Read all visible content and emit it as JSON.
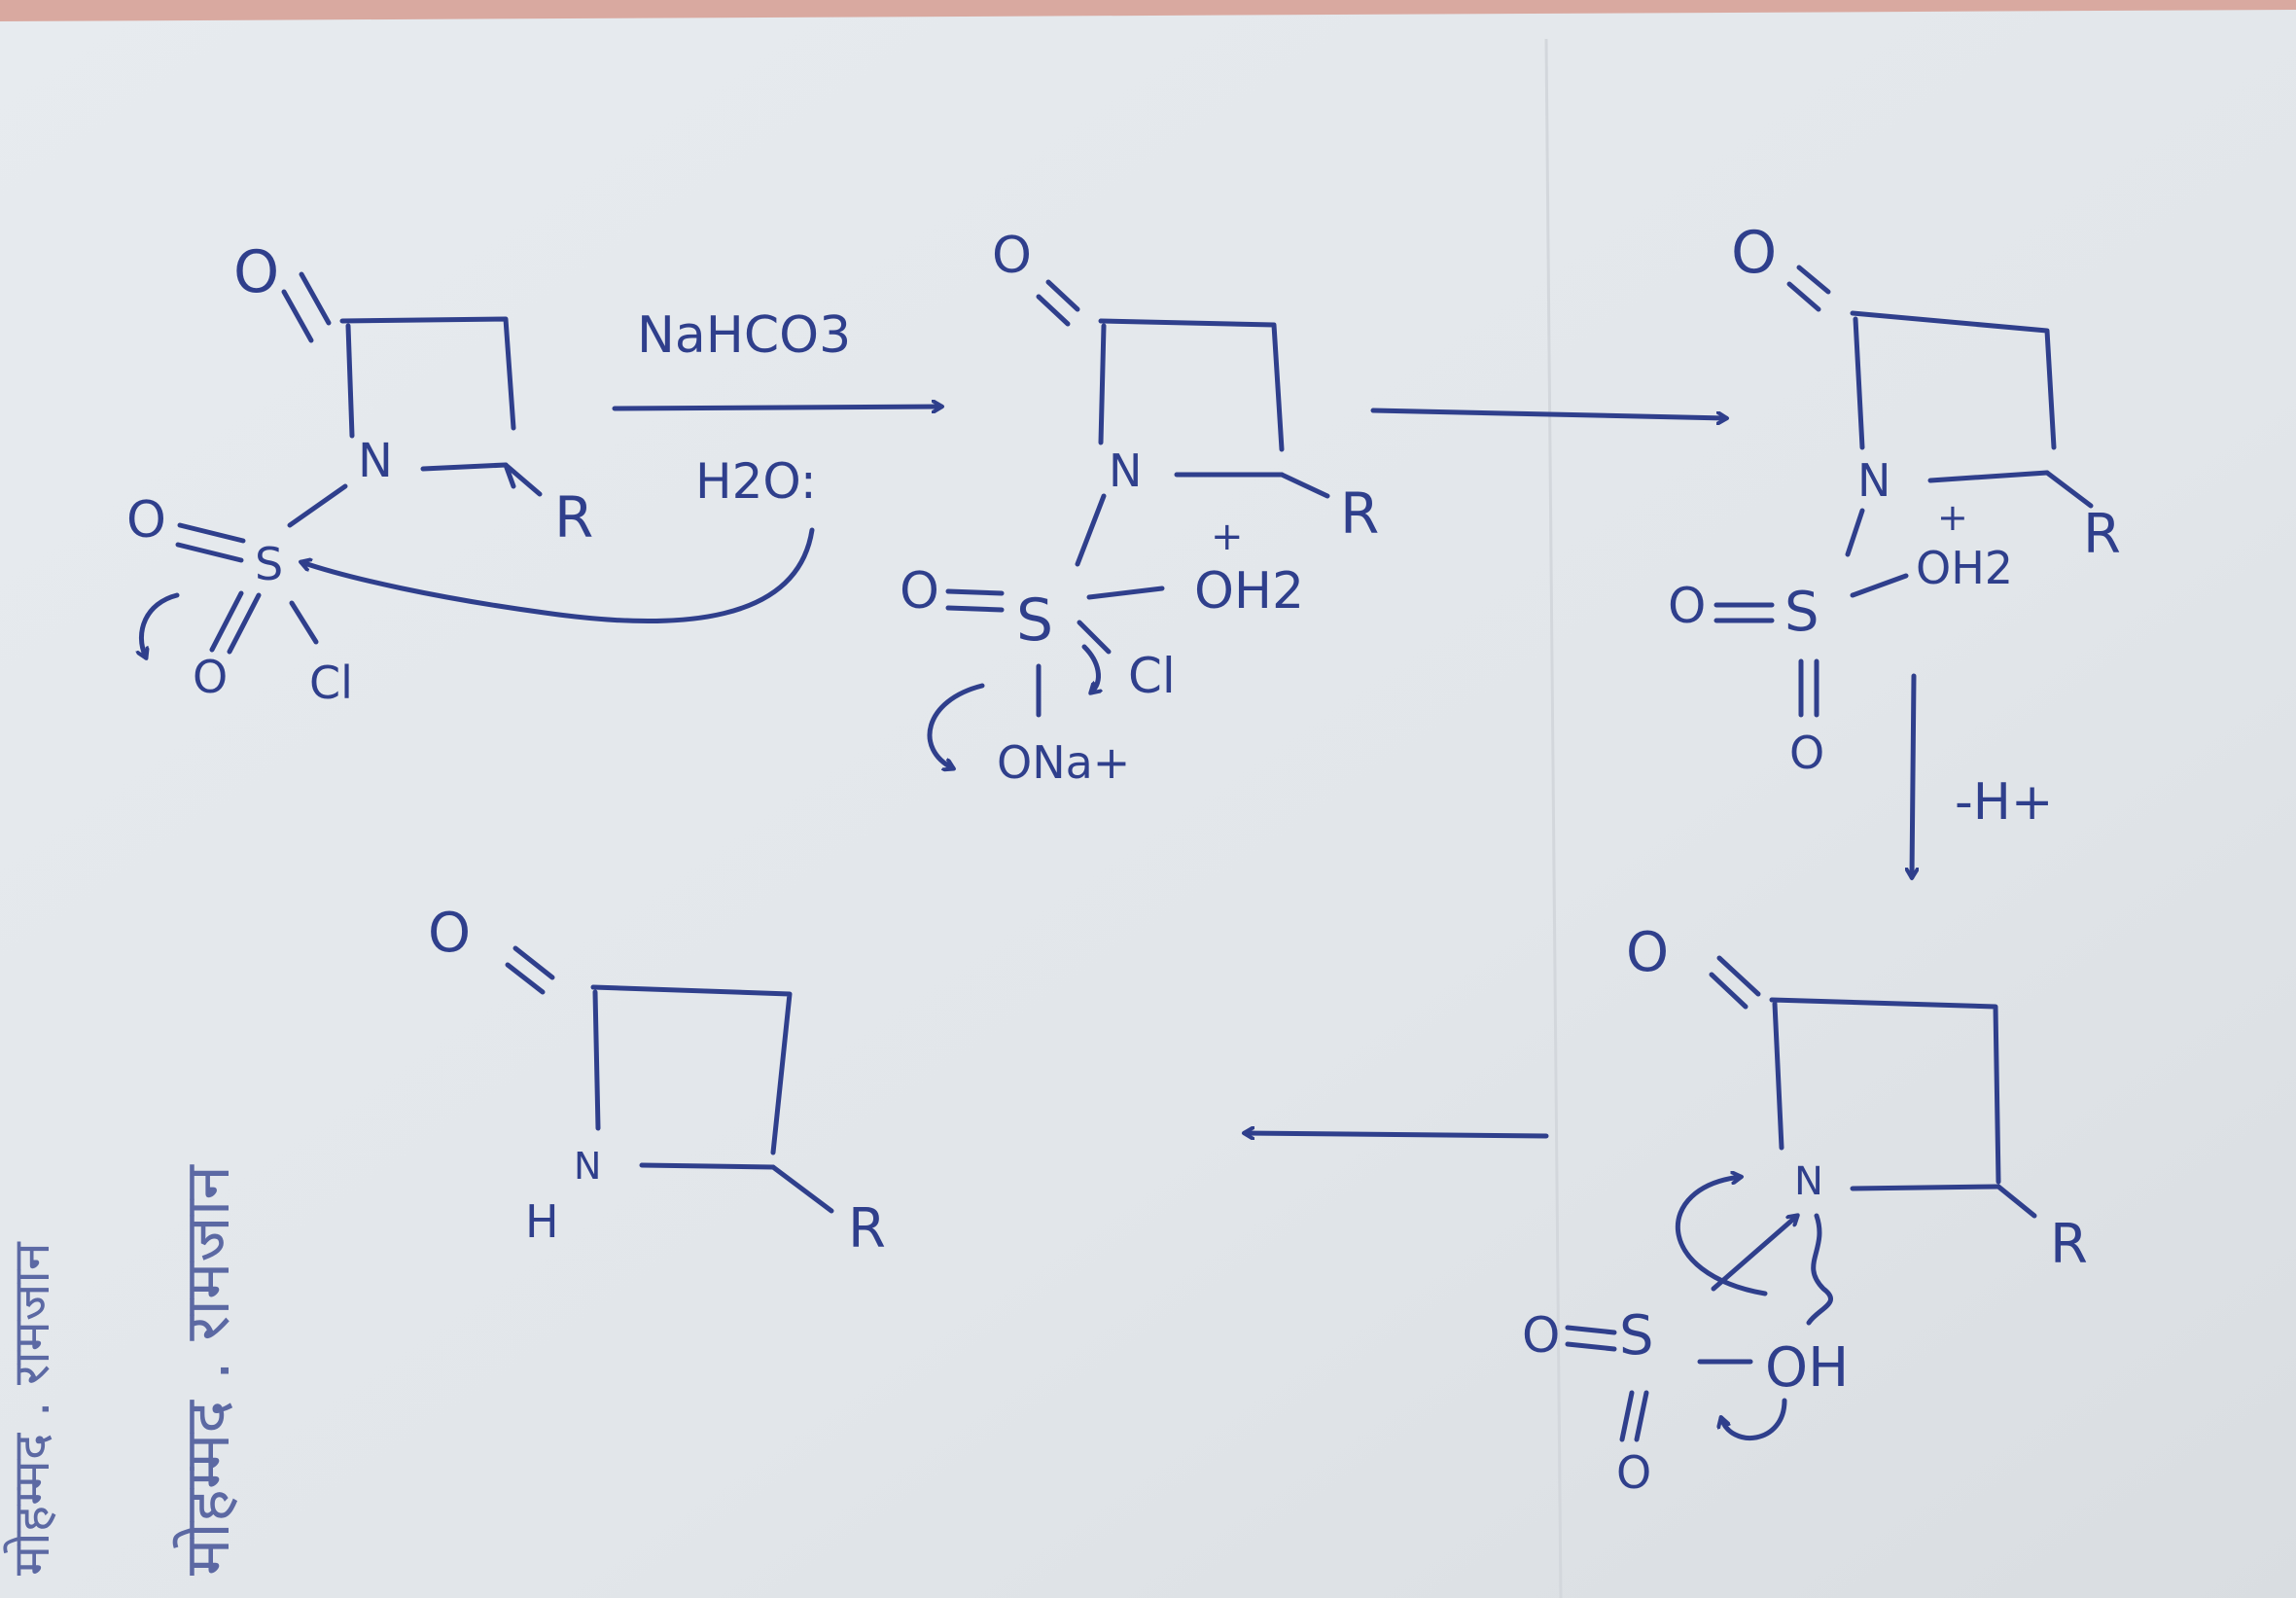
{
  "colors": {
    "ink": "#2f3f8c",
    "paper": "#e4e8ec",
    "background": "#d9a9a0"
  },
  "reagent_top": "NaHCO3",
  "reagent_bottom": "H2O:",
  "proton_loss": "-H+",
  "atoms": {
    "O": "O",
    "N": "N",
    "R": "R",
    "S": "S",
    "Cl": "Cl",
    "OH2": "OH2",
    "ONa": "ONa+",
    "OH": "OH",
    "H": "H",
    "plus": "+"
  },
  "margin_text": "मोहम्मद . रामजान"
}
